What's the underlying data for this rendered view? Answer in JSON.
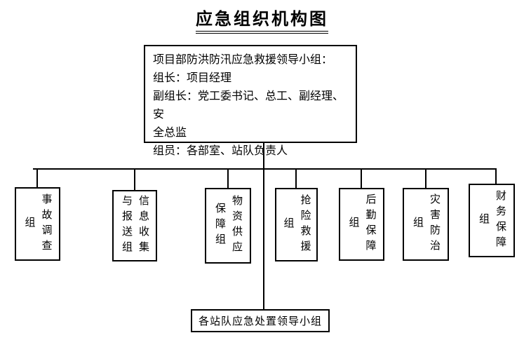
{
  "title": "应急组织机构图",
  "top_box": {
    "text": "项目部防洪防汛应急救援领导小组：\n组长：项目经理\n副组长：党工委书记、总工、副经理、安\n全总监\n组员：各部室、站队负责人"
  },
  "groups": [
    {
      "label": "事故调查组"
    },
    {
      "label": "信息收集\n与报送组"
    },
    {
      "label": "物资供应\n保障组"
    },
    {
      "label": "抢险救援组"
    },
    {
      "label": "后勤保障组"
    },
    {
      "label": "灾害防治组"
    },
    {
      "label": "财务保障组"
    }
  ],
  "bottom_box": {
    "label": "各站队应急处置领导小组"
  },
  "colors": {
    "line": "#000000",
    "text": "#000000",
    "background": "#ffffff"
  }
}
